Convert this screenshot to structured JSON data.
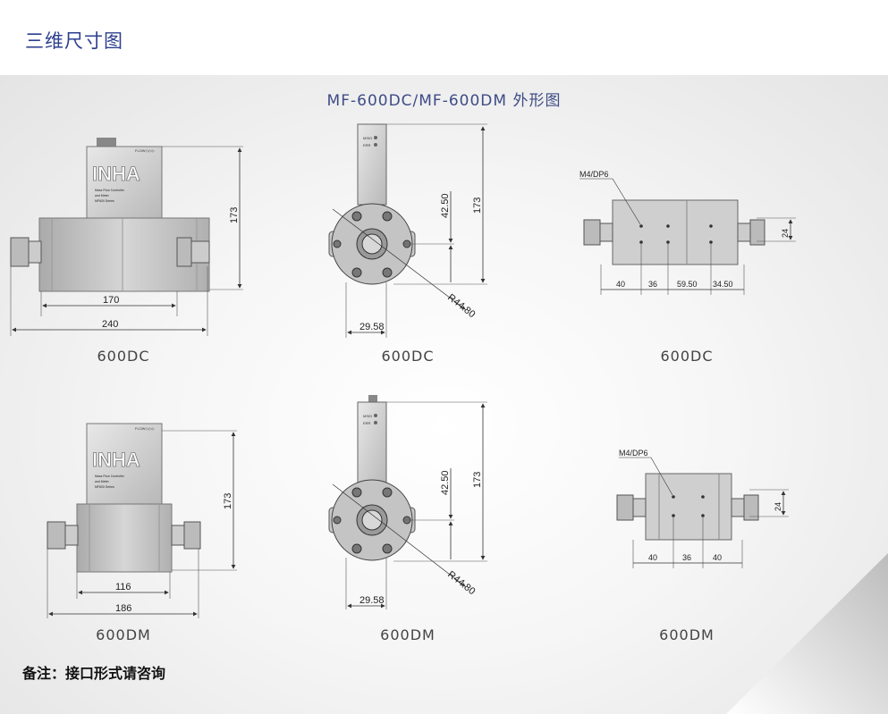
{
  "section_title": "三维尺寸图",
  "panel_title": "MF-600DC/MF-600DM  外形图",
  "brand_logo": "INHA",
  "device_label": {
    "line1": "Mass Flow Controller",
    "line2": "and Meter",
    "line3": "MF600 Series",
    "flow": "FLOW ▷▷▷"
  },
  "indicators": {
    "led1": "MSIG",
    "led2": "ERR"
  },
  "captions": {
    "r1c1": "600DC",
    "r1c2": "600DC",
    "r1c3": "600DC",
    "r2c1": "600DM",
    "r2c2": "600DM",
    "r2c3": "600DM"
  },
  "dims": {
    "dc_height": "173",
    "dc_body": "170",
    "dc_total": "240",
    "dm_height": "173",
    "dm_body": "116",
    "dm_total": "186",
    "front_upper": "42.50",
    "front_height": "173",
    "front_radius": "R44.80",
    "front_offset": "29.58",
    "front2_upper": "42.50",
    "front2_height": "173",
    "front2_radius": "R44.80",
    "front2_offset": "29.58",
    "bottom_dc_thread": "M4/DP6",
    "bottom_dc_a": "40",
    "bottom_dc_b": "36",
    "bottom_dc_c": "59.50",
    "bottom_dc_d": "34.50",
    "bottom_dc_w": "24",
    "bottom_dm_thread": "M4/DP6",
    "bottom_dm_a": "40",
    "bottom_dm_b": "36",
    "bottom_dm_c": "40",
    "bottom_dm_w": "24"
  },
  "note": "备注：接口形式请咨询",
  "colors": {
    "title": "#2d3f8f",
    "panel_title": "#3e4c86",
    "body": "#c9c9c9",
    "fitting": "#b5b5b5"
  }
}
